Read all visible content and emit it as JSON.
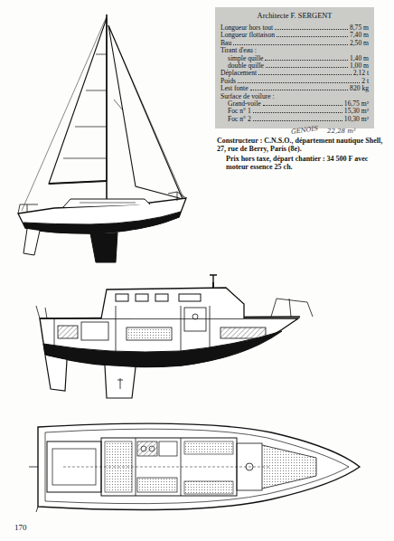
{
  "diagram": {
    "nodes": [
      {
        "text": [
          "Architecte F. SERGENT",
          "Longueur hors tout",
          "8,75 m",
          "Longueur flottaison",
          "7,40 m",
          "Bau",
          "2,50 m",
          "Tirant d'eau :",
          "simple quille",
          "1,40 m",
          "double quille",
          "1,00 m",
          "Déplacement",
          "2,12 t",
          "Poids",
          "2 t",
          "Lest fonte",
          "820 kg",
          "Surface de voilure :",
          "Grand-voile",
          "16,75 m²",
          "Foc n° 1",
          "15,30 m²",
          "Foc n° 2",
          "10,30 m²"
        ]
      }
    ],
    "labels": [
      "Constructeur : C.N.S.O., département nautique Shell, 27, rue de Berry, Paris (8e).",
      "Prix hors taxe, départ chantier : 34 500 F avec moteur essence 25 ch.",
      "GENOIS",
      "22,28 m²",
      "170"
    ]
  }
}
